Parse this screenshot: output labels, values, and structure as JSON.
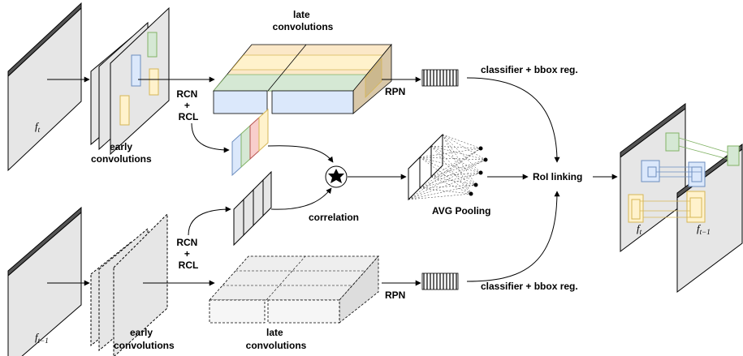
{
  "labels": {
    "late_convolutions_top": [
      "late",
      "convolutions"
    ],
    "late_convolutions_bottom": [
      "late",
      "convolutions"
    ],
    "early_convolutions_top": [
      "early",
      "convolutions"
    ],
    "early_convolutions_bottom": [
      "early",
      "convolutions"
    ],
    "rcn_rcl_top": [
      "RCN",
      "+",
      "RCL"
    ],
    "rcn_rcl_bottom": [
      "RCN",
      "+",
      "RCL"
    ],
    "rpn_top": "RPN",
    "rpn_bottom": "RPN",
    "classifier_top": "classifier + bbox reg.",
    "classifier_bottom": "classifier + bbox reg.",
    "correlation": "correlation",
    "avg_pooling": "AVG Pooling",
    "roi_linking": "RoI linking",
    "frame_t": "f",
    "frame_t_sub": "t",
    "frame_t1": "f",
    "frame_t1_sub": "t−1"
  },
  "colors": {
    "blue": "#dbe8fb",
    "blue_stroke": "#6c8ebf",
    "green": "#d5e8d4",
    "green_stroke": "#82b366",
    "orange": "#fff2cc",
    "orange_stroke": "#d6b656",
    "frame_fill": "#e6e6e6",
    "gray_box": "#f0f0f0"
  }
}
